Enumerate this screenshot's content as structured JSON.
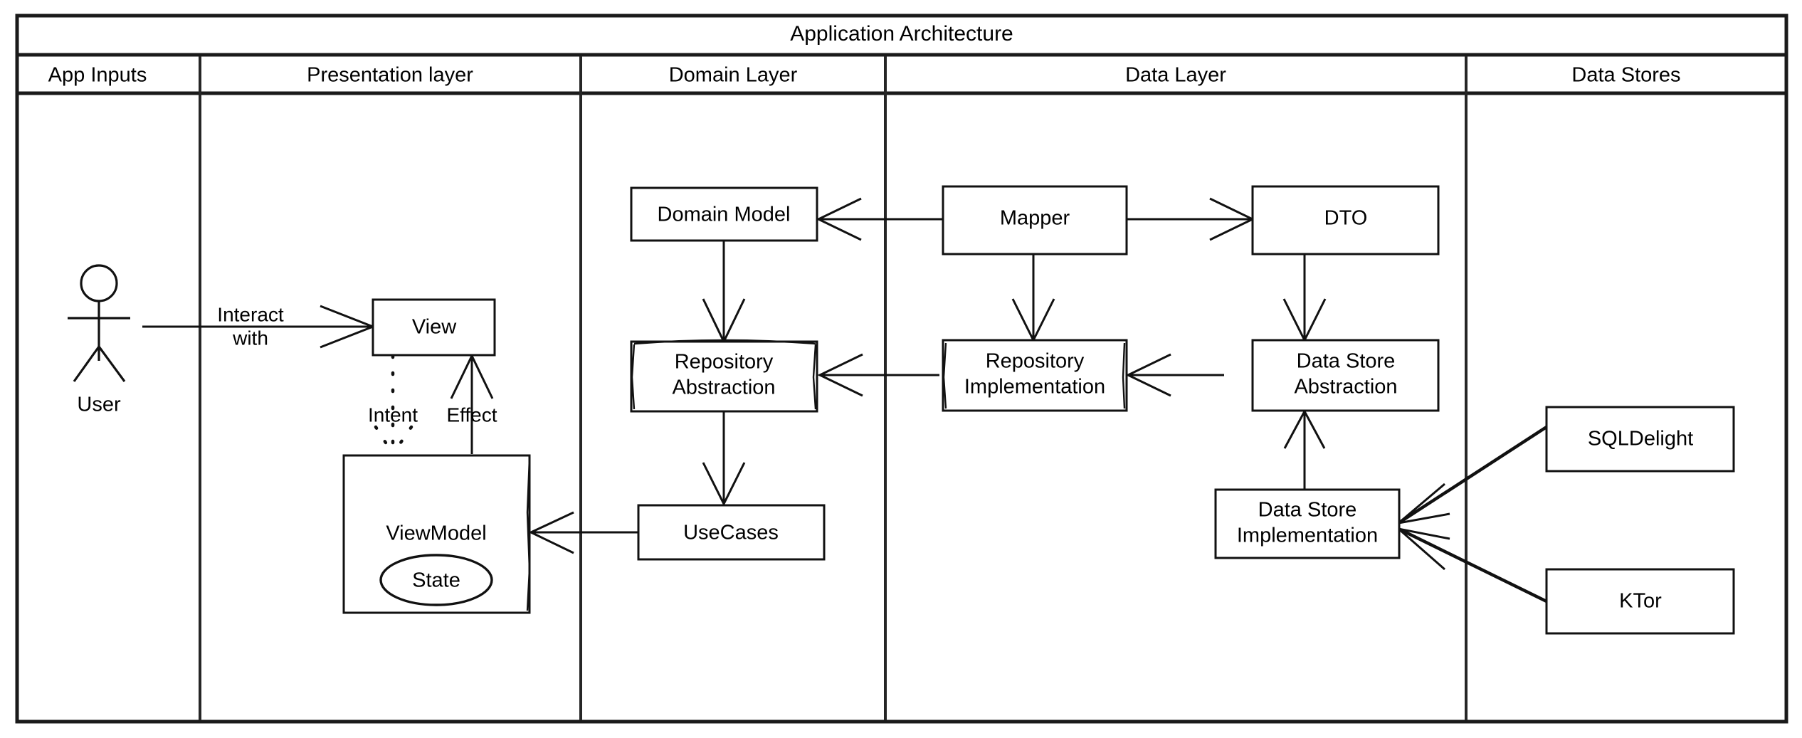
{
  "diagram": {
    "title": "Application Architecture",
    "columns": [
      {
        "id": "app-inputs",
        "label": "App Inputs"
      },
      {
        "id": "presentation-layer",
        "label": "Presentation layer"
      },
      {
        "id": "domain-layer",
        "label": "Domain Layer"
      },
      {
        "id": "data-layer",
        "label": "Data Layer"
      },
      {
        "id": "data-stores",
        "label": "Data Stores"
      }
    ],
    "actors": [
      {
        "id": "user",
        "label": "User"
      }
    ],
    "nodes": [
      {
        "id": "view",
        "label": "View",
        "column": "presentation-layer",
        "shape": "rect"
      },
      {
        "id": "view-model",
        "label": "ViewModel",
        "column": "presentation-layer",
        "shape": "rect-sketch"
      },
      {
        "id": "state",
        "label": "State",
        "column": "presentation-layer",
        "shape": "ellipse"
      },
      {
        "id": "domain-model",
        "label": "Domain Model",
        "column": "domain-layer",
        "shape": "rect"
      },
      {
        "id": "repository-abstraction",
        "label_line1": "Repository",
        "label_line2": "Abstraction",
        "column": "domain-layer",
        "shape": "rect-sketch"
      },
      {
        "id": "use-cases",
        "label": "UseCases",
        "column": "domain-layer",
        "shape": "rect"
      },
      {
        "id": "mapper",
        "label": "Mapper",
        "column": "data-layer",
        "shape": "rect"
      },
      {
        "id": "repository-implementation",
        "label_line1": "Repository",
        "label_line2": "Implementation",
        "column": "data-layer",
        "shape": "rect-sketch"
      },
      {
        "id": "dto",
        "label": "DTO",
        "column": "data-layer",
        "shape": "rect"
      },
      {
        "id": "data-store-abstraction",
        "label_line1": "Data Store",
        "label_line2": "Abstraction",
        "column": "data-layer",
        "shape": "rect"
      },
      {
        "id": "data-store-implementation",
        "label_line1": "Data Store",
        "label_line2": "Implementation",
        "column": "data-layer",
        "shape": "rect"
      },
      {
        "id": "sqldelight",
        "label": "SQLDelight",
        "column": "data-stores",
        "shape": "rect"
      },
      {
        "id": "ktor",
        "label": "KTor",
        "column": "data-stores",
        "shape": "rect"
      }
    ],
    "edges": [
      {
        "id": "user-to-view",
        "from": "user",
        "to": "view",
        "label_line1": "Interact",
        "label_line2": "with",
        "style": "solid"
      },
      {
        "id": "view-to-viewmodel",
        "from": "view",
        "to": "view-model",
        "label": "Intent",
        "style": "dotted"
      },
      {
        "id": "viewmodel-to-view",
        "from": "view-model",
        "to": "view",
        "label": "Effect",
        "style": "solid"
      },
      {
        "id": "usecases-to-viewmodel",
        "from": "use-cases",
        "to": "view-model",
        "label": "",
        "style": "solid"
      },
      {
        "id": "domainmodel-to-repoabstraction",
        "from": "domain-model",
        "to": "repository-abstraction",
        "label": "",
        "style": "solid"
      },
      {
        "id": "repoabstraction-to-usecases",
        "from": "repository-abstraction",
        "to": "use-cases",
        "label": "",
        "style": "solid"
      },
      {
        "id": "mapper-to-domainmodel",
        "from": "mapper",
        "to": "domain-model",
        "label": "",
        "style": "solid"
      },
      {
        "id": "mapper-to-dto",
        "from": "mapper",
        "to": "dto",
        "label": "",
        "style": "solid"
      },
      {
        "id": "mapper-to-repoimpl",
        "from": "mapper",
        "to": "repository-implementation",
        "label": "",
        "style": "solid"
      },
      {
        "id": "repoimpl-to-repoabstraction",
        "from": "repository-implementation",
        "to": "repository-abstraction",
        "label": "",
        "style": "solid"
      },
      {
        "id": "dto-to-datastoreabstraction",
        "from": "dto",
        "to": "data-store-abstraction",
        "label": "",
        "style": "solid"
      },
      {
        "id": "datastoreabstraction-to-repoimpl",
        "from": "data-store-abstraction",
        "to": "repository-implementation",
        "label": "",
        "style": "solid"
      },
      {
        "id": "datastoreimpl-to-datastoreabstraction",
        "from": "data-store-implementation",
        "to": "data-store-abstraction",
        "label": "",
        "style": "solid"
      },
      {
        "id": "sqldelight-to-datastoreimpl",
        "from": "sqldelight",
        "to": "data-store-implementation",
        "label": "",
        "style": "solid"
      },
      {
        "id": "ktor-to-datastoreimpl",
        "from": "ktor",
        "to": "data-store-implementation",
        "label": "",
        "style": "solid"
      }
    ],
    "colors": {
      "background": "#ffffff",
      "stroke": "#111111",
      "frame": "#1a1a1a",
      "text": "#000000"
    }
  }
}
